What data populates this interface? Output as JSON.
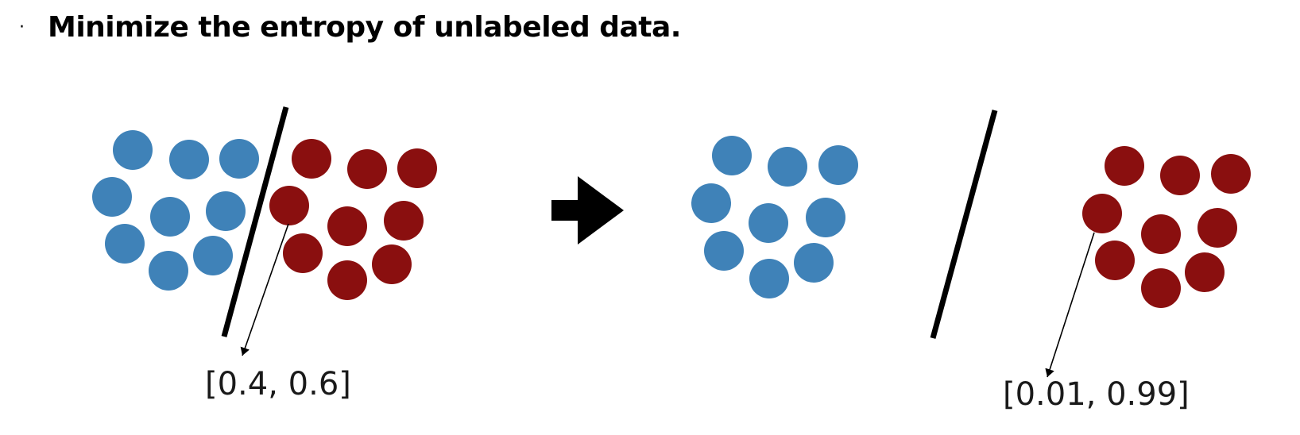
{
  "heading": {
    "bullet": "·",
    "text": "Minimize the entropy of unlabeled data."
  },
  "colors": {
    "class_a": "#3f82b8",
    "class_b": "#8a0f0f",
    "boundary": "#000000",
    "arrow": "#000000"
  },
  "before": {
    "probability_label": "[0.4, 0.6]"
  },
  "after": {
    "probability_label": "[0.01, 0.99]"
  },
  "transition_icon": "right-arrow-icon"
}
